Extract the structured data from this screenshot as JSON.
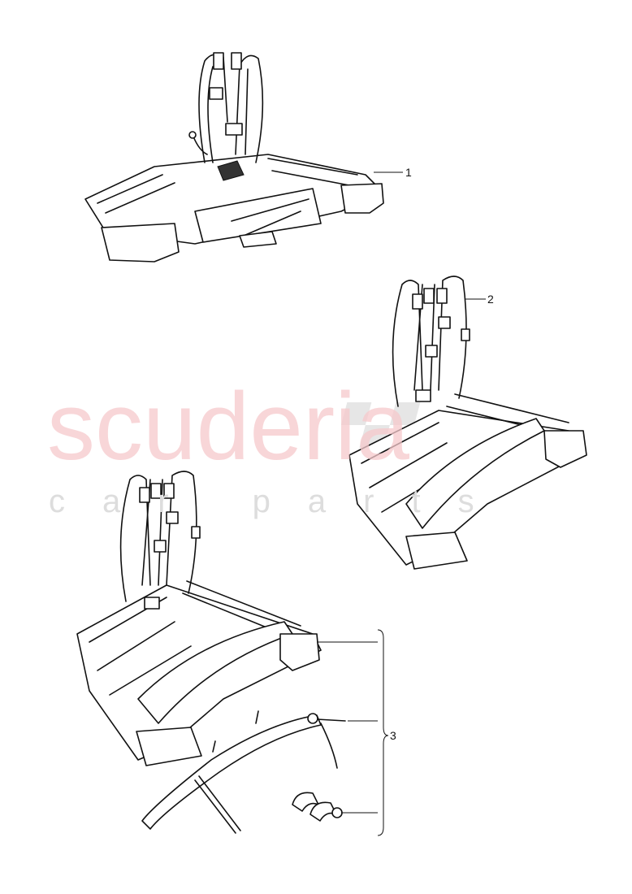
{
  "watermark": {
    "brand": "scuderia",
    "sub": "car parts",
    "color": "#f6c9cc"
  },
  "callouts": [
    {
      "number": "1"
    },
    {
      "number": "2"
    },
    {
      "number": "3"
    }
  ]
}
